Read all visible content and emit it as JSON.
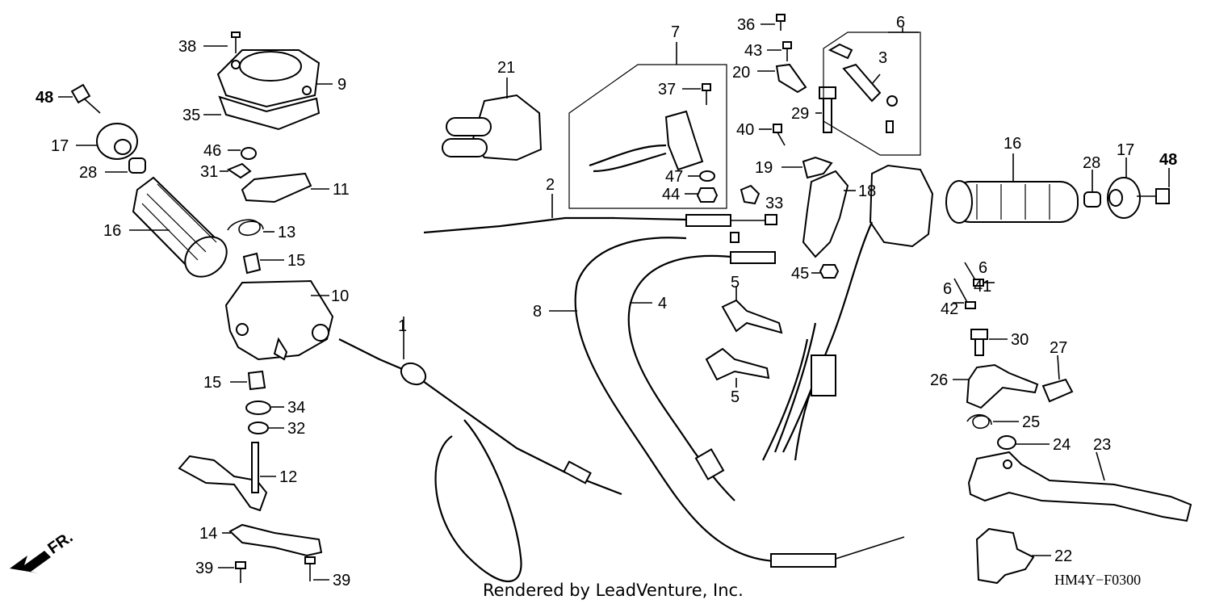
{
  "callouts": [
    {
      "id": "1",
      "text": "1"
    },
    {
      "id": "2",
      "text": "2"
    },
    {
      "id": "3",
      "text": "3"
    },
    {
      "id": "4",
      "text": "4"
    },
    {
      "id": "5a",
      "text": "5"
    },
    {
      "id": "5b",
      "text": "5"
    },
    {
      "id": "6a",
      "text": "6"
    },
    {
      "id": "6b",
      "text": "6"
    },
    {
      "id": "6c",
      "text": "6"
    },
    {
      "id": "7",
      "text": "7"
    },
    {
      "id": "8",
      "text": "8"
    },
    {
      "id": "9",
      "text": "9"
    },
    {
      "id": "10",
      "text": "10"
    },
    {
      "id": "11",
      "text": "11"
    },
    {
      "id": "12",
      "text": "12"
    },
    {
      "id": "13",
      "text": "13"
    },
    {
      "id": "14",
      "text": "14"
    },
    {
      "id": "15a",
      "text": "15"
    },
    {
      "id": "15b",
      "text": "15"
    },
    {
      "id": "16a",
      "text": "16"
    },
    {
      "id": "16b",
      "text": "16"
    },
    {
      "id": "17a",
      "text": "17"
    },
    {
      "id": "17b",
      "text": "17"
    },
    {
      "id": "18",
      "text": "18"
    },
    {
      "id": "19",
      "text": "19"
    },
    {
      "id": "20",
      "text": "20"
    },
    {
      "id": "21",
      "text": "21"
    },
    {
      "id": "22",
      "text": "22"
    },
    {
      "id": "23",
      "text": "23"
    },
    {
      "id": "24",
      "text": "24"
    },
    {
      "id": "25",
      "text": "25"
    },
    {
      "id": "26",
      "text": "26"
    },
    {
      "id": "27",
      "text": "27"
    },
    {
      "id": "28a",
      "text": "28"
    },
    {
      "id": "28b",
      "text": "28"
    },
    {
      "id": "29",
      "text": "29"
    },
    {
      "id": "30",
      "text": "30"
    },
    {
      "id": "31",
      "text": "31"
    },
    {
      "id": "32",
      "text": "32"
    },
    {
      "id": "33",
      "text": "33"
    },
    {
      "id": "34",
      "text": "34"
    },
    {
      "id": "35",
      "text": "35"
    },
    {
      "id": "36",
      "text": "36"
    },
    {
      "id": "37",
      "text": "37"
    },
    {
      "id": "38",
      "text": "38"
    },
    {
      "id": "39a",
      "text": "39"
    },
    {
      "id": "39b",
      "text": "39"
    },
    {
      "id": "40",
      "text": "40"
    },
    {
      "id": "41",
      "text": "41"
    },
    {
      "id": "42",
      "text": "42"
    },
    {
      "id": "43",
      "text": "43"
    },
    {
      "id": "44",
      "text": "44"
    },
    {
      "id": "45",
      "text": "45"
    },
    {
      "id": "46",
      "text": "46"
    },
    {
      "id": "47",
      "text": "47"
    },
    {
      "id": "48a",
      "text": "48"
    },
    {
      "id": "48b",
      "text": "48"
    }
  ],
  "front_indicator": "FR.",
  "footer_text": "Rendered by LeadVenture, Inc.",
  "diagram_code": "HM4Y−F0300"
}
